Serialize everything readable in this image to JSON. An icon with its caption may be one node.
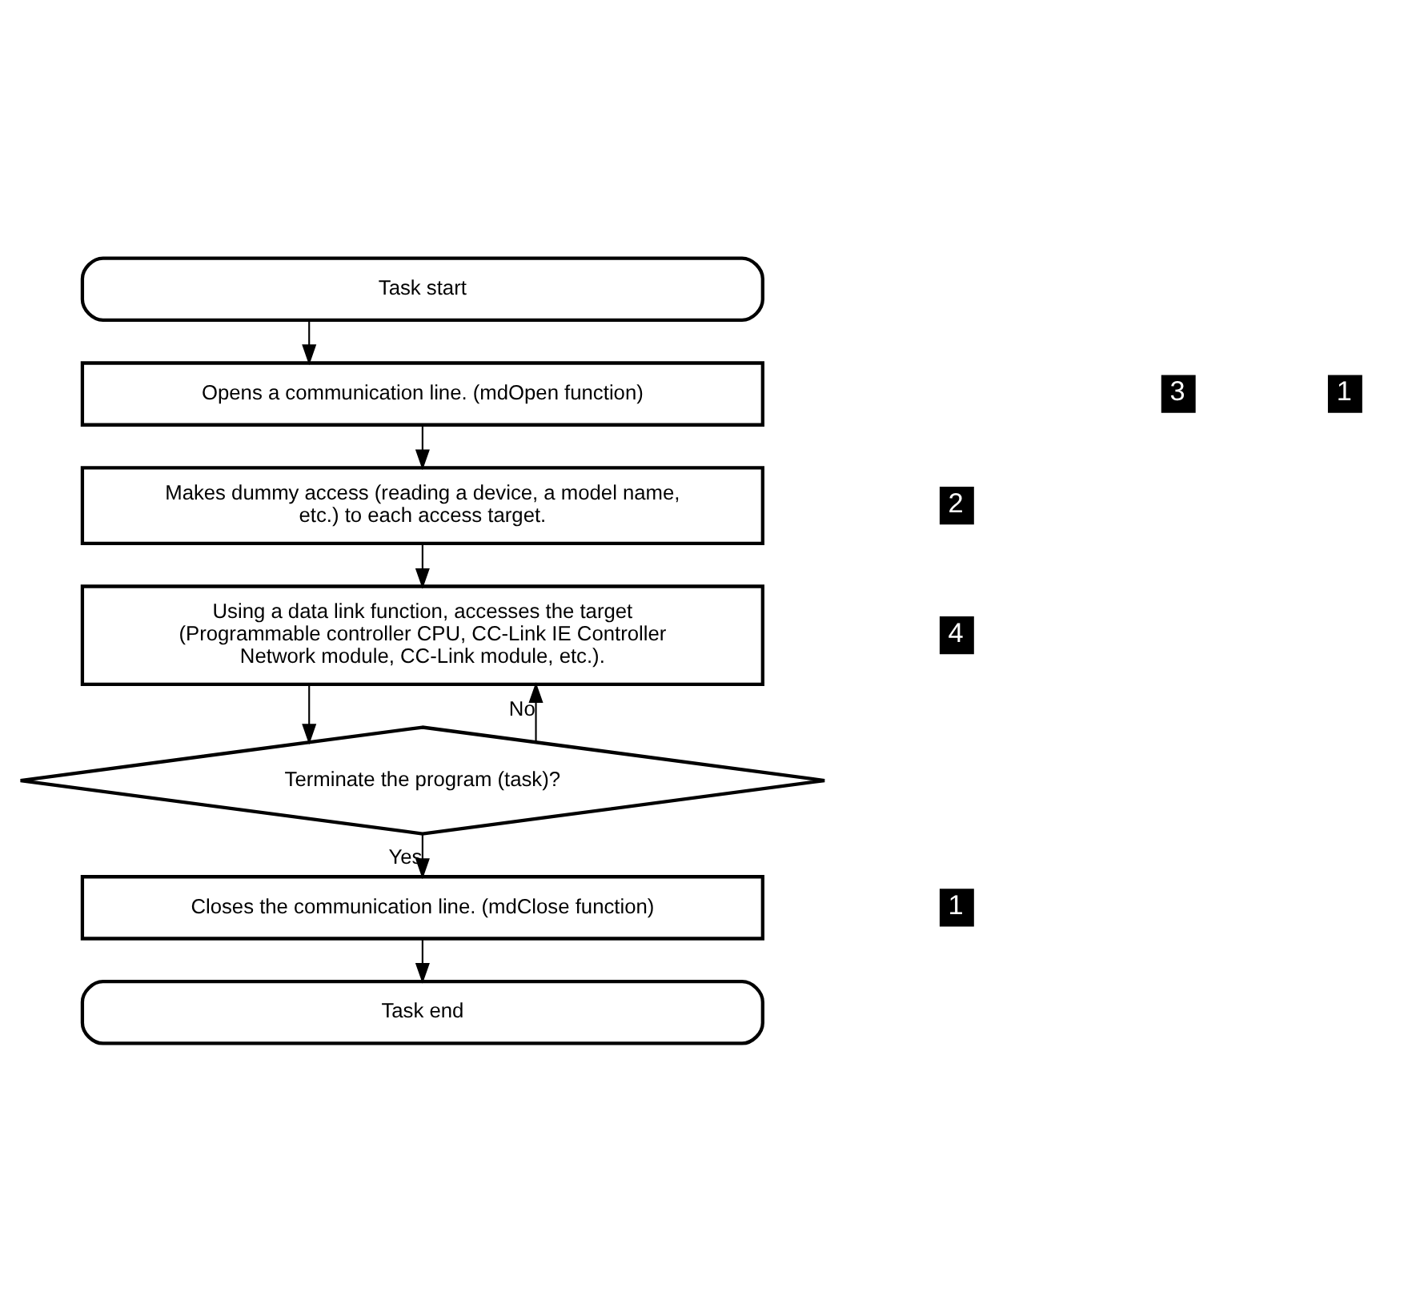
{
  "diagram": {
    "nodes": [
      {
        "text": [
          "Task start"
        ]
      },
      {
        "text": [
          "Opens a communication line. (mdOpen function)"
        ]
      },
      {
        "text": [
          "Makes dummy access (reading a device, a model name, etc.) to each access target."
        ]
      },
      {
        "text": [
          "Using a data link function, accesses the target (Programmable controller CPU, CC-Link IE Controller Network module, CC-Link module, etc.)."
        ]
      },
      {
        "text": [
          "Terminate the program (task)?"
        ]
      },
      {
        "text": [
          "Closes the communication line. (mdClose function)"
        ]
      },
      {
        "text": [
          "Task end"
        ]
      }
    ],
    "edges": [
      {
        "from": 0,
        "to": 1,
        "arrow": "to"
      },
      {
        "from": 1,
        "to": 2,
        "arrow": "to"
      },
      {
        "from": 2,
        "to": 3,
        "arrow": "to"
      },
      {
        "from": 3,
        "to": 4,
        "arrow": "to"
      },
      {
        "from": 4,
        "to": 5,
        "arrow": "to",
        "label": "Yes"
      },
      {
        "from": 5,
        "to": 6,
        "arrow": "to"
      },
      {
        "from": 4,
        "to": 3,
        "arrow": "to",
        "label": "No"
      }
    ],
    "labels": [
      "1",
      "3",
      "2",
      "4",
      "1"
    ]
  }
}
